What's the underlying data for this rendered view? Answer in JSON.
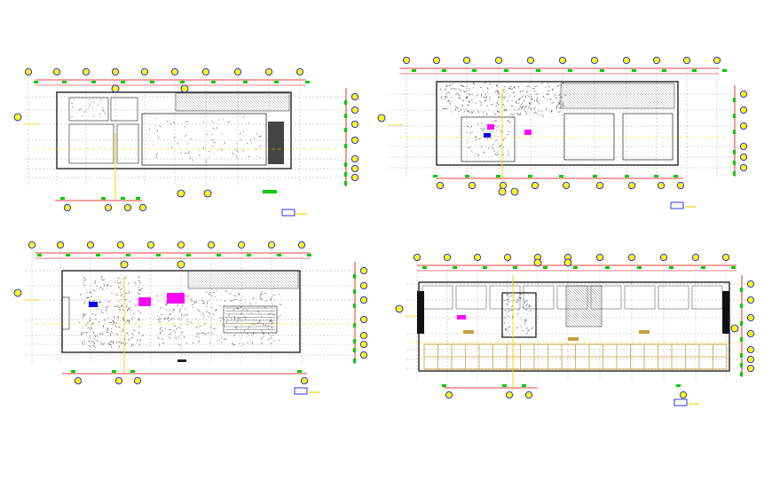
{
  "drawing": {
    "background": "#ffffff",
    "colors": {
      "dimension_line": "#e00000",
      "grid_line": "#9a9a9a",
      "wall": "#222222",
      "grid_bubble_fill": "#ffff00",
      "grid_bubble_stroke": "#0000ff",
      "tag_green": "#00cc00",
      "tag_blue": "#0000ff",
      "hatch": "#888888",
      "magenta": "#ff00ff",
      "yellow_line": "#ffd000",
      "facade_brown": "#c8a040"
    },
    "plans": [
      {
        "id": "plan-top-left",
        "title_tag": ""
      },
      {
        "id": "plan-top-right",
        "title_tag": ""
      },
      {
        "id": "plan-bottom-left",
        "title_tag": ""
      },
      {
        "id": "plan-bottom-right",
        "title_tag": ""
      }
    ]
  }
}
